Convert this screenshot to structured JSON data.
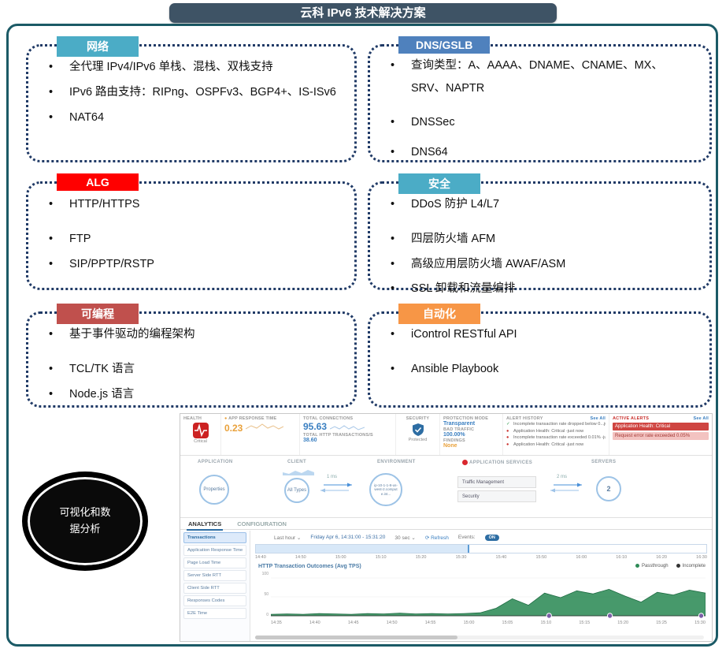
{
  "title": "云科 IPv6 技术解决方案",
  "icons": {
    "bullet": "•",
    "chevron_down": "⌄",
    "refresh": "⟳",
    "check": "✓",
    "dot": "●"
  },
  "colors": {
    "frame": "#1b5a66",
    "banner": "#3e5365",
    "dash_blue": "#3a7fc1",
    "warn_orange": "#e9a13b",
    "alert_red": "#c9302c"
  },
  "boxes": [
    {
      "label": "网络",
      "color": "#4bacc6",
      "items": [
        "全代理 IPv4/IPv6 单栈、混栈、双栈支持",
        "IPv6 路由支持：RIPng、OSPFv3、BGP4+、IS-ISv6",
        "NAT64"
      ]
    },
    {
      "label": "DNS/GSLB",
      "color": "#4f81bd",
      "items": [
        "查询类型：A、AAAA、DNAME、CNAME、MX、SRV、NAPTR",
        "DNSSec",
        "DNS64"
      ]
    },
    {
      "label": "ALG",
      "color": "#ff0000",
      "items": [
        "HTTP/HTTPS",
        "FTP",
        "SIP/PPTP/RSTP"
      ]
    },
    {
      "label": "安全",
      "color": "#4bacc6",
      "items": [
        "DDoS 防护 L4/L7",
        "四层防火墙 AFM",
        "高级应用层防火墙 AWAF/ASM",
        "SSL 卸载和流量编排"
      ]
    },
    {
      "label": "可编程",
      "color": "#c0504d",
      "items": [
        "基于事件驱动的编程架构",
        "TCL/TK 语言",
        "Node.js 语言"
      ]
    },
    {
      "label": "自动化",
      "color": "#f79646",
      "items": [
        "iControl RESTful API",
        "Ansible Playbook"
      ]
    }
  ],
  "viz": {
    "line1": "可视化和数",
    "line2": "据分析"
  },
  "dashboard": {
    "health": {
      "label": "HEALTH",
      "status": "Critical"
    },
    "app_response": {
      "label": "APP RESPONSE TIME",
      "value": "0.23"
    },
    "connections": {
      "label": "TOTAL CONNECTIONS",
      "value": "95.63"
    },
    "transactions": {
      "label": "TOTAL HTTP TRANSACTIONS/S",
      "value": "38.60"
    },
    "security": {
      "label": "SECURITY",
      "status": "Protected"
    },
    "protection": {
      "mode_label": "PROTECTION MODE",
      "mode": "Transparent",
      "bad_label": "BAD TRAFFIC",
      "bad": "100.00%",
      "findings_label": "FINDINGS",
      "findings": "None"
    },
    "alert_history": {
      "label": "ALERT HISTORY",
      "see_all": "See All",
      "items": [
        "Incomplete transaction rate dropped below 0...just now",
        "Application Health: Critical -just now",
        "Incomplete transaction rate exceeded 0.01% -just now",
        "Application Health: Critical -just now"
      ]
    },
    "active_alerts": {
      "label": "ACTIVE ALERTS",
      "see_all": "See All",
      "critical": "Application Health: Critical",
      "warning": "Request error rate exceeded 0.05%"
    },
    "topology": {
      "headers": [
        "APPLICATION",
        "CLIENT",
        "ENVIRONMENT",
        "APPLICATION SERVICES",
        "SERVERS"
      ],
      "application": "Properties",
      "client": "All Types",
      "environment": "ip-10-1-1-8-us-west-2.compute.int...",
      "services": [
        "Traffic Management",
        "Security"
      ],
      "servers": "2",
      "latency_client": "1 ms",
      "latency_server": "2 ms"
    },
    "tabs": {
      "analytics": "ANALYTICS",
      "configuration": "CONFIGURATION"
    },
    "sidebar": [
      "Transactions",
      "Application Response Time",
      "Page Load Time",
      "Server Side RTT",
      "Client Side RTT",
      "Responses Codes",
      "E2E Time"
    ],
    "controls": {
      "range": "Last hour",
      "date": "Friday Apr 6, 14:31:00 - 15:31:20",
      "interval": "30 sec",
      "refresh": "Refresh",
      "events_label": "Events:",
      "events_state": "ON"
    },
    "timeline": [
      "14:40",
      "14:50",
      "15:00",
      "15:10",
      "15:20",
      "15:30",
      "15:40",
      "15:50",
      "16:00",
      "16:10",
      "16:20",
      "16:30"
    ]
  },
  "chart_data": {
    "type": "area",
    "title": "HTTP Transaction Outcomes (Avg TPS)",
    "x": [
      "14:35",
      "14:40",
      "14:45",
      "14:50",
      "14:55",
      "15:00",
      "15:05",
      "15:10",
      "15:15",
      "15:20",
      "15:25",
      "15:30"
    ],
    "ylim": [
      0,
      100
    ],
    "yticks": [
      100,
      50,
      0
    ],
    "legend": [
      {
        "name": "Passthrough",
        "color": "#2e8b57"
      },
      {
        "name": "Incomplete",
        "color": "#333333"
      }
    ],
    "series": [
      {
        "name": "Passthrough",
        "color": "#2e8b57",
        "values": [
          4,
          5,
          4,
          6,
          5,
          4,
          6,
          5,
          7,
          5,
          6,
          5,
          6,
          8,
          20,
          45,
          28,
          60,
          48,
          66,
          58,
          70,
          52,
          36,
          62,
          55,
          68,
          60
        ]
      },
      {
        "name": "Incomplete",
        "color": "#333333",
        "values": [
          0,
          0,
          0,
          0,
          0,
          0,
          0,
          0,
          0,
          0,
          0,
          0,
          0,
          0,
          0,
          0,
          0,
          0,
          0,
          0,
          0,
          0,
          0,
          0,
          0,
          0,
          0,
          0
        ]
      }
    ],
    "event_markers": [
      0.64,
      0.78,
      0.99
    ]
  }
}
